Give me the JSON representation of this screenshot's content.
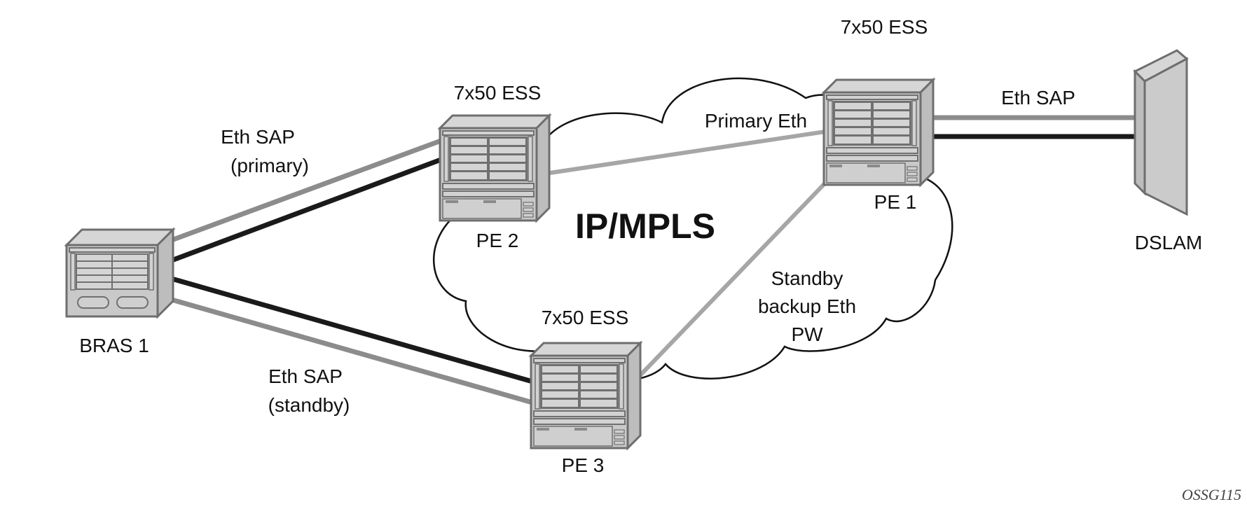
{
  "figure_id": "OSSG115",
  "network": {
    "cloud_label": "IP/MPLS"
  },
  "nodes": {
    "bras": {
      "name": "BRAS 1"
    },
    "pe2": {
      "name": "PE 2",
      "model": "7x50 ESS"
    },
    "pe1": {
      "name": "PE 1",
      "model": "7x50 ESS"
    },
    "pe3": {
      "name": "PE 3",
      "model": "7x50 ESS"
    },
    "dslam": {
      "name": "DSLAM"
    }
  },
  "links": {
    "primary_sap": {
      "line1": "Eth SAP",
      "line2": "(primary)"
    },
    "standby_sap": {
      "line1": "Eth SAP",
      "line2": "(standby)"
    },
    "dslam_sap": {
      "label": "Eth SAP"
    },
    "primary_pw": {
      "label": "Primary Eth"
    },
    "standby_pw": {
      "line1": "Standby",
      "line2": "backup Eth",
      "line3": "PW"
    }
  },
  "colors": {
    "link_gray": "#8c8c8c",
    "link_black": "#1a1a1a",
    "pw_gray": "#a6a6a6",
    "device_fill": "#c9c9c9",
    "device_stroke": "#6e6e6e"
  }
}
